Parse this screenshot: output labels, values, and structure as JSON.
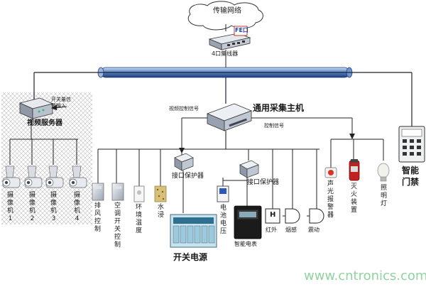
{
  "cloud": {
    "label": "传输网络"
  },
  "switch": {
    "label": "4口集线器",
    "port_label": "FE口"
  },
  "video_server": {
    "label": "视频服务器",
    "alarm_line1": "开关量信",
    "alarm_line2": "警输入"
  },
  "cameras": [
    {
      "label": "摄像机1"
    },
    {
      "label": "摄像机2"
    },
    {
      "label": "摄像机3"
    },
    {
      "label": "摄像机4"
    }
  ],
  "host": {
    "label": "通用采集主机",
    "control_left": "视频控制信号",
    "control_right": "控制信号"
  },
  "protectors": [
    {
      "label": "接口保护器"
    },
    {
      "label": "接口保护器"
    }
  ],
  "sensors": [
    {
      "label": "排风控制"
    },
    {
      "label": "空调开关控制"
    },
    {
      "label": "环境温度"
    },
    {
      "label": "水浸"
    }
  ],
  "power_supply": {
    "label": "开关电源"
  },
  "battery": {
    "label": "电池电压"
  },
  "meter": {
    "label": "智能电表"
  },
  "detectors": [
    {
      "label": "红外",
      "symbol": "H"
    },
    {
      "label": "烟感"
    },
    {
      "label": "震动"
    }
  ],
  "alarm_devices": [
    {
      "label": "声光报警器"
    },
    {
      "label": "灭火装置"
    },
    {
      "label": "照明灯"
    }
  ],
  "door": {
    "label_line1": "智能",
    "label_line2": "门禁"
  },
  "watermark": "www.cntronics.com"
}
